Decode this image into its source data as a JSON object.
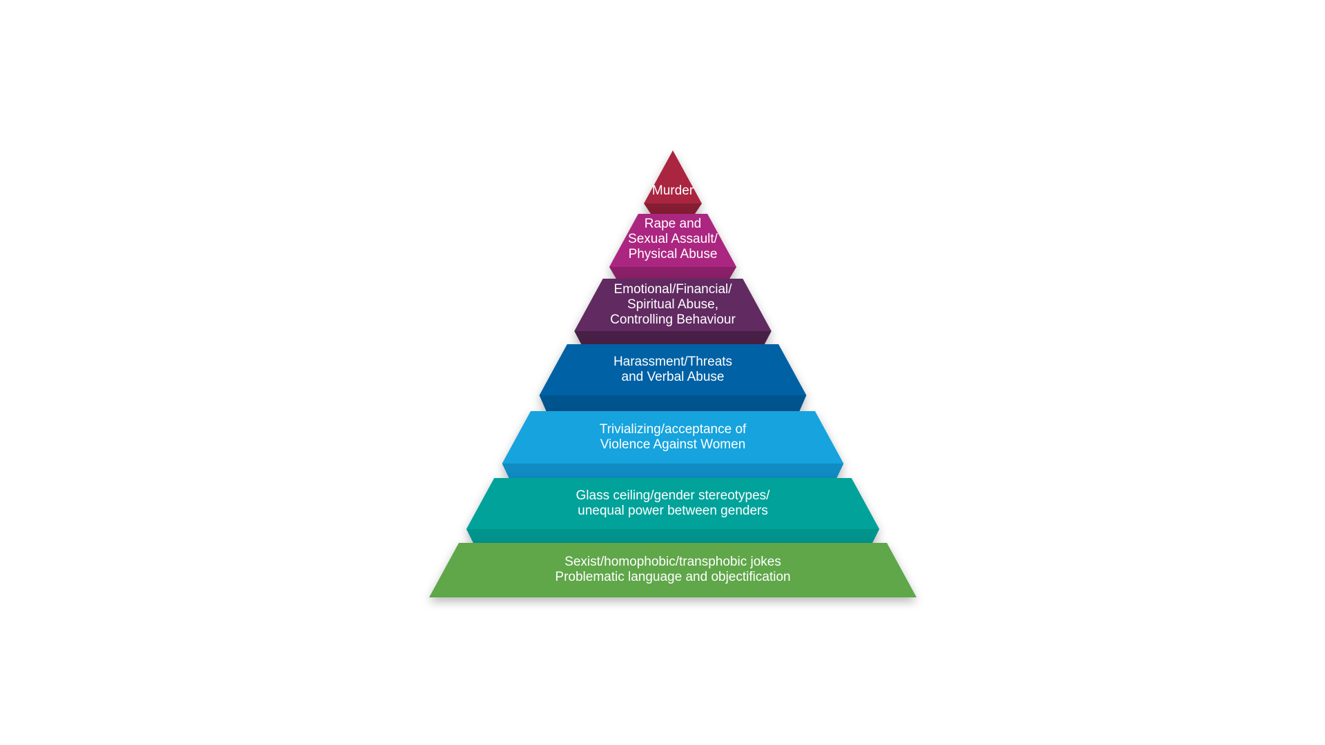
{
  "background_color": "#ffffff",
  "pyramid": {
    "text_color": "#ffffff",
    "tiers": [
      {
        "id": "murder",
        "lines": [
          "Murder"
        ],
        "face_color": "#A92540",
        "edge_color": "#851D33"
      },
      {
        "id": "rape-sexual-assault-physical-abuse",
        "lines": [
          "Rape and",
          "Sexual Assault/",
          "Physical Abuse"
        ],
        "face_color": "#AB2680",
        "edge_color": "#8A2068"
      },
      {
        "id": "emotional-financial-spiritual-abuse",
        "lines": [
          "Emotional/Financial/",
          "Spiritual Abuse,",
          "Controlling Behaviour"
        ],
        "face_color": "#612A61",
        "edge_color": "#482047"
      },
      {
        "id": "harassment-threats-verbal-abuse",
        "lines": [
          "Harassment/Threats",
          "and Verbal Abuse"
        ],
        "face_color": "#0061A5",
        "edge_color": "#00548E"
      },
      {
        "id": "trivializing-acceptance-of-violence",
        "lines": [
          "Trivializing/acceptance of",
          "Violence Against Women"
        ],
        "face_color": "#16A3DE",
        "edge_color": "#108CC2"
      },
      {
        "id": "glass-ceiling-gender-stereotypes",
        "lines": [
          "Glass ceiling/gender stereotypes/",
          "unequal power between genders"
        ],
        "face_color": "#00A29A",
        "edge_color": "#00948C"
      },
      {
        "id": "sexist-homophobic-transphobic-jokes",
        "lines": [
          "Sexist/homophobic/transphobic jokes",
          "Problematic language and objectification"
        ],
        "face_color": "#5FA749",
        "edge_color": null
      }
    ]
  }
}
